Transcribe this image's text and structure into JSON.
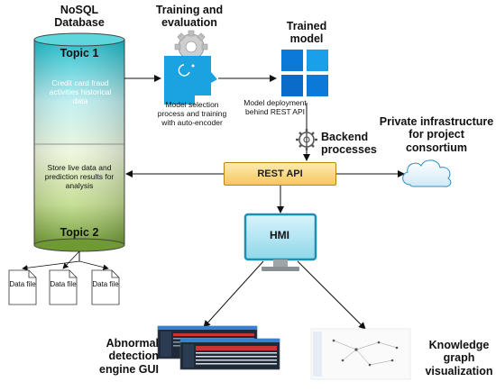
{
  "database": {
    "title": "NoSQL Database",
    "topic1_label": "Topic 1",
    "topic1_text": "Credit card fraud activities historical data",
    "topic2_text": "Store live data and prediction results for analysis",
    "topic2_label": "Topic 2"
  },
  "data_files": [
    "Data file",
    "Data file",
    "Data file"
  ],
  "training": {
    "title": "Training and evaluation",
    "description": "Model selection process and training with auto-encoder",
    "icon": "gear-head-icon"
  },
  "trained_model": {
    "title": "Trained model",
    "description": "Model deployment behind REST API",
    "icon": "windows-logo-icon"
  },
  "backend": {
    "label": "Backend processes",
    "icon": "gear-icon"
  },
  "rest_api": {
    "label": "REST API"
  },
  "private_infra": {
    "label": "Private infrastructure for project consortium",
    "icon": "cloud-icon"
  },
  "hmi": {
    "label": "HMI",
    "icon": "monitor-icon"
  },
  "abnormal_gui": {
    "label": "Abnormal detection engine GUI"
  },
  "knowledge_graph": {
    "label": "Knowledge graph visualization"
  },
  "colors": {
    "cylinder_top": "#22c4cc",
    "cylinder_bottom": "#7aa63a",
    "rest_api_fill": "#f5c85f",
    "icon_blue": "#1aa3e0",
    "windows_blue": "#0a79d8"
  }
}
